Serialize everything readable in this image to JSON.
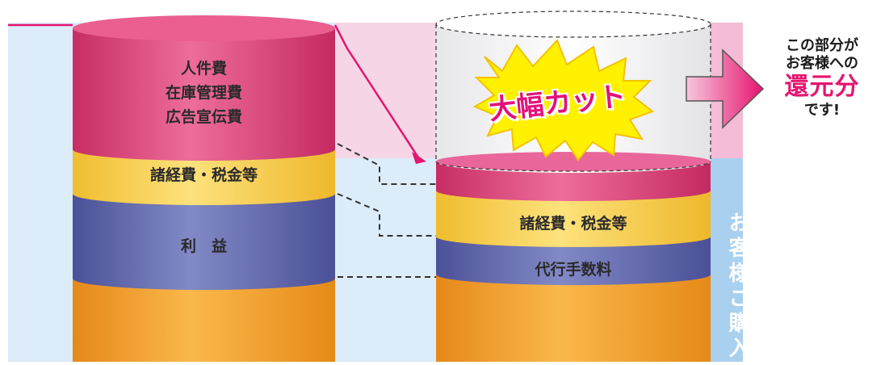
{
  "left_column": {
    "top_label_lines": [
      "人件費",
      "在庫管理費",
      "広告宣伝費"
    ],
    "mid_label": "諸経費・税金等",
    "profit_label": "利　益"
  },
  "right_column": {
    "cut_label": "大幅カット",
    "mid_label": "諸経費・税金等",
    "fee_label": "代行手数料"
  },
  "callout": {
    "line1": "この部分が",
    "line2": "お客様への",
    "emphasis": "還元分",
    "line3": "です!"
  },
  "side_label": "お客様ご購入",
  "colors": {
    "pink_band": "#d63b74",
    "yellow_band": "#f5cd48",
    "blue_band": "#5d63a8",
    "orange_body": "#f4a127",
    "pink_panel": "#f4c3da",
    "blue_panel": "#b5d6f0",
    "arrow_pink": "#e5156f",
    "burst_yellow": "#fff100"
  }
}
